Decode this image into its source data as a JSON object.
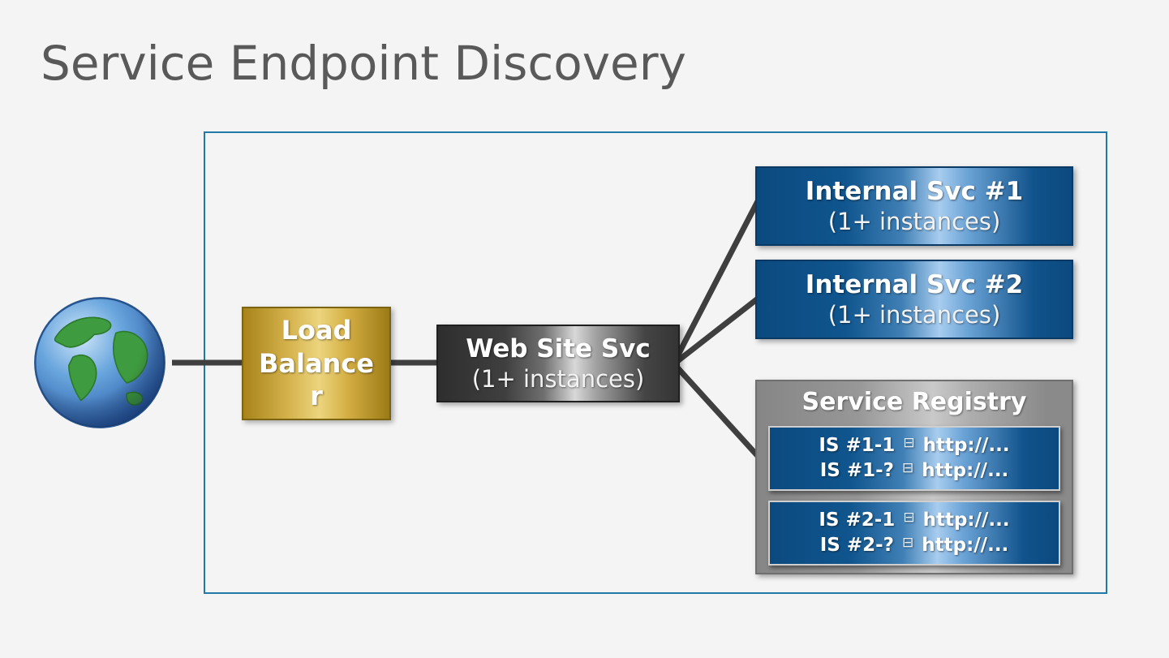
{
  "slide": {
    "title": "Service Endpoint Discovery"
  },
  "icons": {
    "globe": "globe",
    "endpoint_glyph": "⊟"
  },
  "colors": {
    "frame_border": "#2179a6",
    "connector_line": "#3f3f3f",
    "internal_service_blue": "#0b4a7f",
    "load_balancer_gold": "#c9a227",
    "title_gray": "#595959"
  },
  "nodes": {
    "load_balancer": {
      "label": "Load Balancer"
    },
    "web_site_svc": {
      "title": "Web Site Svc",
      "subtitle": "(1+ instances)"
    },
    "internal_svc_1": {
      "title": "Internal Svc #1",
      "subtitle": "(1+ instances)"
    },
    "internal_svc_2": {
      "title": "Internal Svc #2",
      "subtitle": "(1+ instances)"
    },
    "service_registry": {
      "title": "Service Registry",
      "groups": [
        {
          "entries": [
            {
              "name": "IS #1-1",
              "url": "http://..."
            },
            {
              "name": "IS #1-?",
              "url": "http://..."
            }
          ]
        },
        {
          "entries": [
            {
              "name": "IS #2-1",
              "url": "http://..."
            },
            {
              "name": "IS #2-?",
              "url": "http://..."
            }
          ]
        }
      ]
    }
  }
}
